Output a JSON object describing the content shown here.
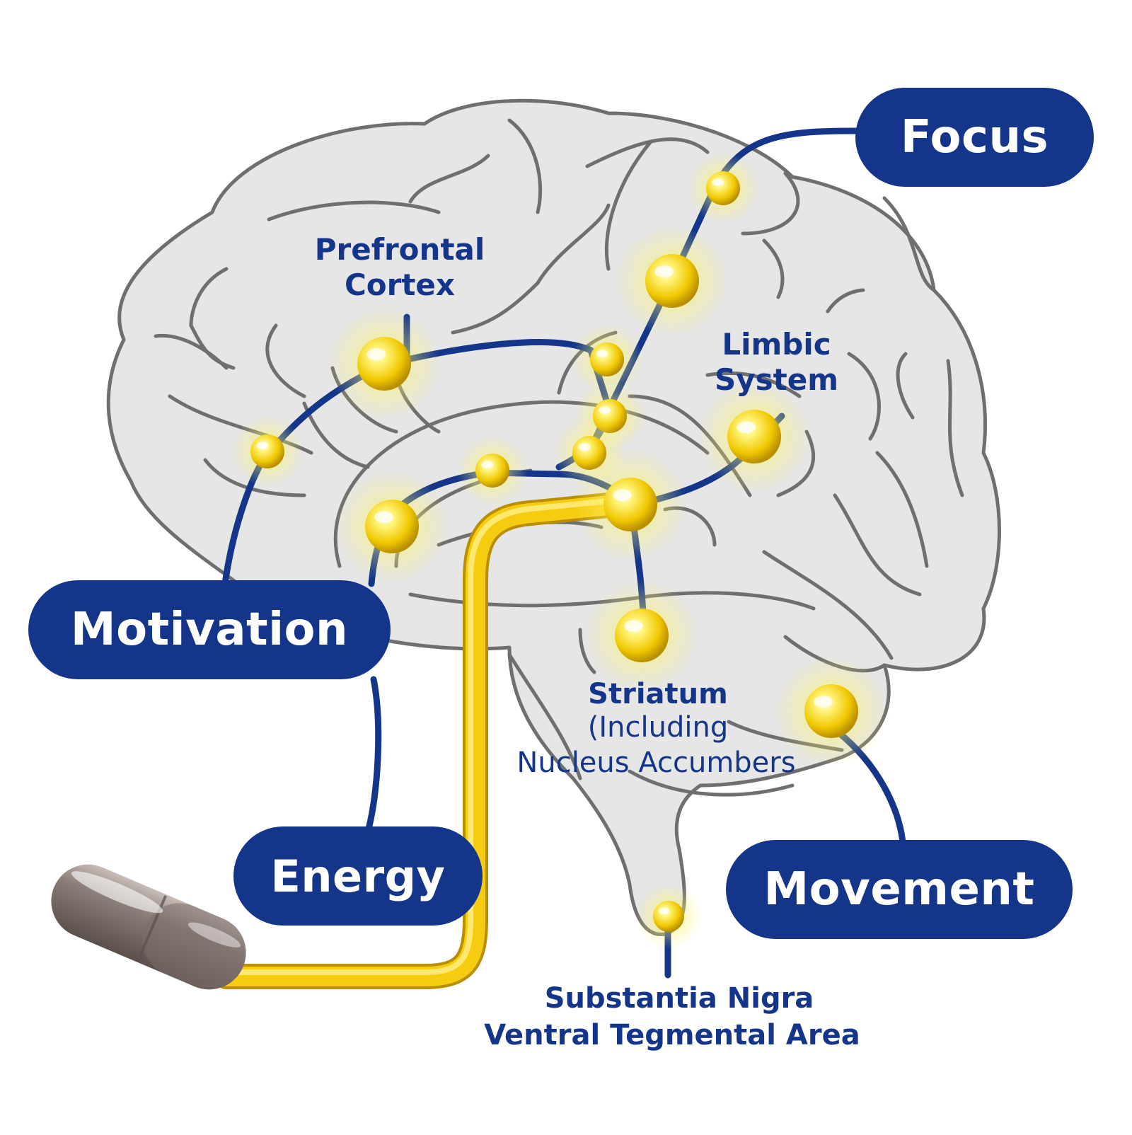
{
  "outcomes": {
    "focus": "Focus",
    "motivation": "Motivation",
    "energy": "Energy",
    "movement": "Movement"
  },
  "regions": {
    "prefrontal_cortex_line1": "Prefrontal",
    "prefrontal_cortex_line2": "Cortex",
    "limbic_system_line1": "Limbic",
    "limbic_system_line2": "System",
    "striatum_line1": "Striatum",
    "striatum_line2": "(Including",
    "striatum_line3": "Nucleus Accumbers",
    "substantia_nigra": "Substantia Nigra",
    "ventral_tegmental_area": "Ventral Tegmental Area"
  },
  "colors": {
    "navy": "#14358a",
    "brain_fill": "#e6e6e6",
    "brain_outline": "#6f6f6f",
    "gold": "#f2c200",
    "glow": "#fff06a",
    "capsule": "#8a7c78"
  }
}
